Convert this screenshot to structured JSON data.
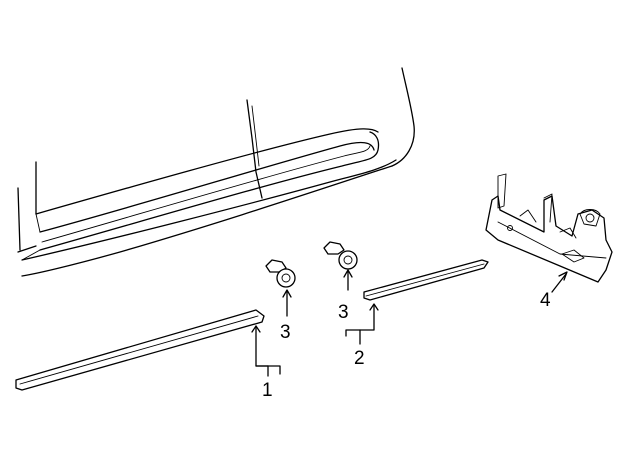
{
  "diagram": {
    "callouts": {
      "c1": "1",
      "c2": "2",
      "c3a": "3",
      "c3b": "3",
      "c4": "4"
    }
  }
}
